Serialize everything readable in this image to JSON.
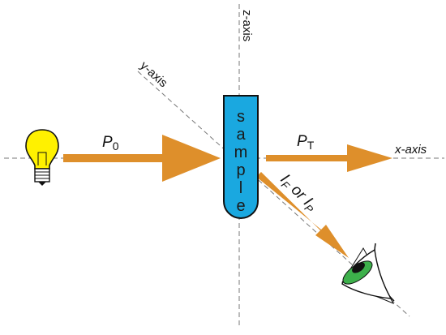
{
  "diagram": {
    "axes": {
      "z_label": "z-axis",
      "y_label": "y-axis",
      "x_label": "x-axis"
    },
    "sample_letters": [
      "s",
      "a",
      "m",
      "p",
      "l",
      "e"
    ],
    "beams": {
      "incident": {
        "symbol": "P",
        "subscript": "0"
      },
      "transmitted": {
        "symbol": "P",
        "subscript": "T"
      },
      "emitted": {
        "symbol_1": "I",
        "sub_1": "F",
        "connector": " or ",
        "symbol_2": "I",
        "sub_2": "P"
      }
    },
    "icons": [
      "light-bulb-icon",
      "eye-icon"
    ],
    "colors": {
      "beam": "#DE8F2B",
      "sample": "#1AA8E0",
      "bulb": "#FFF100",
      "eye_iris": "#3DB04B",
      "axis": "#777777"
    }
  }
}
